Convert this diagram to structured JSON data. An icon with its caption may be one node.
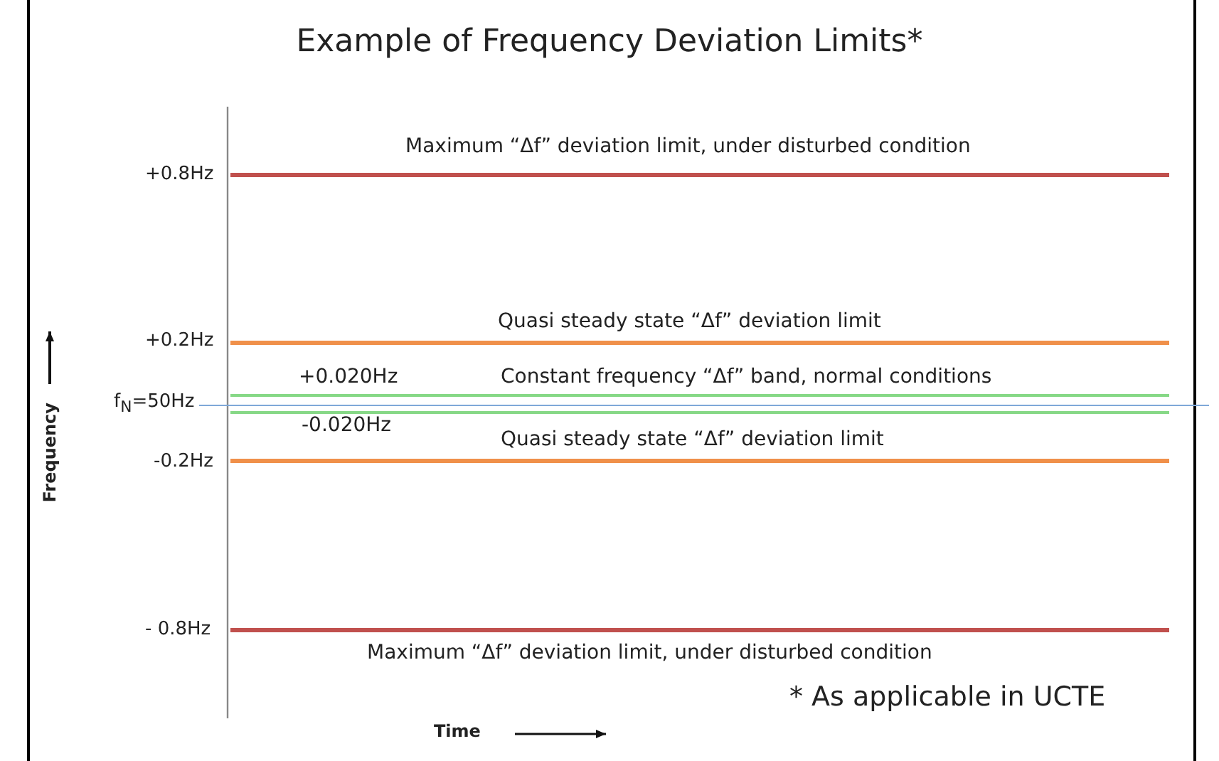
{
  "diagram": {
    "title": "Example of Frequency Deviation Limits*",
    "labels": [
      "Maximum “Δf” deviation limit, under disturbed condition",
      "+0.8Hz",
      "Quasi steady state “Δf” deviation limit",
      "+0.2Hz",
      "+0.020Hz",
      "Constant frequency “Δf” band, normal conditions",
      "f$_{N}$=50Hz",
      "-0.020Hz",
      "Quasi steady state “Δf” deviation limit",
      "-0.2Hz",
      "Frequency",
      "- 0.8Hz",
      "Maximum “Δf” deviation limit, under disturbed condition",
      "* As applicable in UCTE",
      "Time"
    ]
  }
}
